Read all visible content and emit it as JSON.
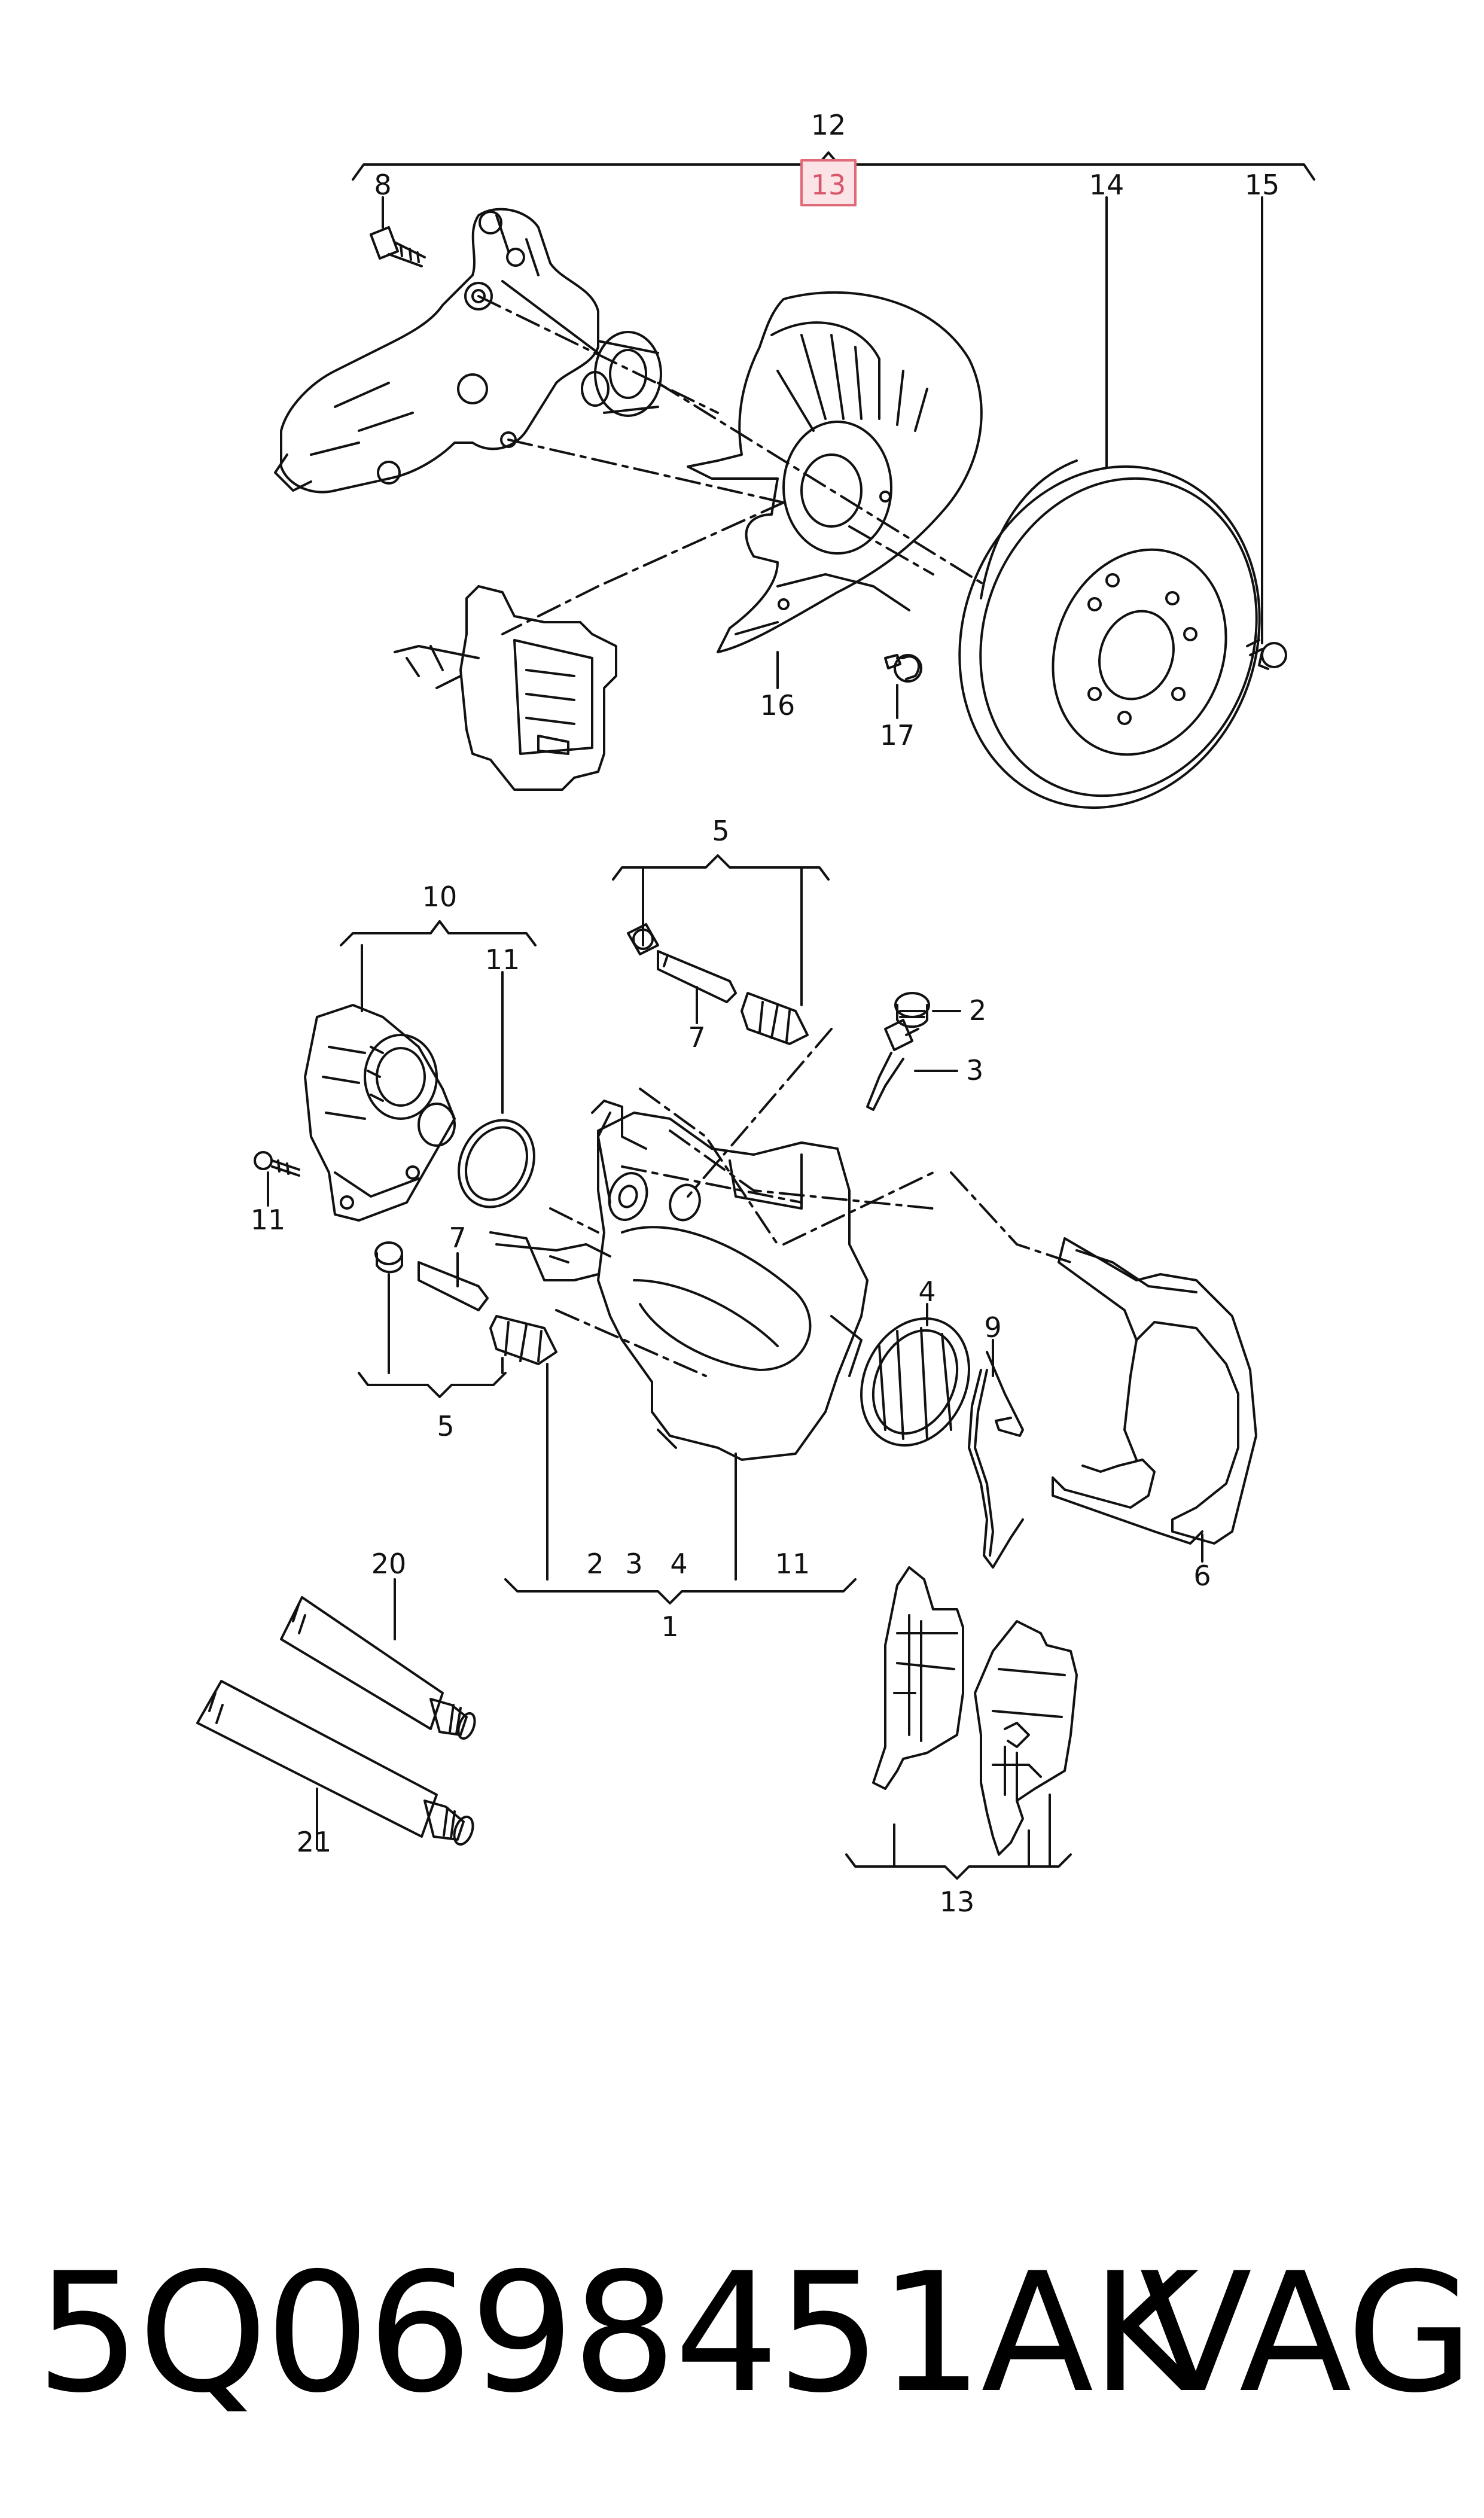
{
  "diagram": {
    "callouts": {
      "c1": "1",
      "c2": "2",
      "c2b": "2",
      "c3": "3",
      "c3b": "3",
      "c4": "4",
      "c4b": "4",
      "c5a": "5",
      "c5b": "5",
      "c6": "6",
      "c7a": "7",
      "c7b": "7",
      "c8": "8",
      "c9": "9",
      "c10": "10",
      "c11a": "11",
      "c11b": "11",
      "c11c": "11",
      "c12": "12",
      "c13a": "13",
      "c13b": "13",
      "c14": "14",
      "c15": "15",
      "c16": "16",
      "c17": "17",
      "c20": "20",
      "c21": "21"
    },
    "highlight_color": "#e06a78"
  },
  "caption": {
    "part_number": "5Q0698451AK",
    "brand": "VAG"
  }
}
